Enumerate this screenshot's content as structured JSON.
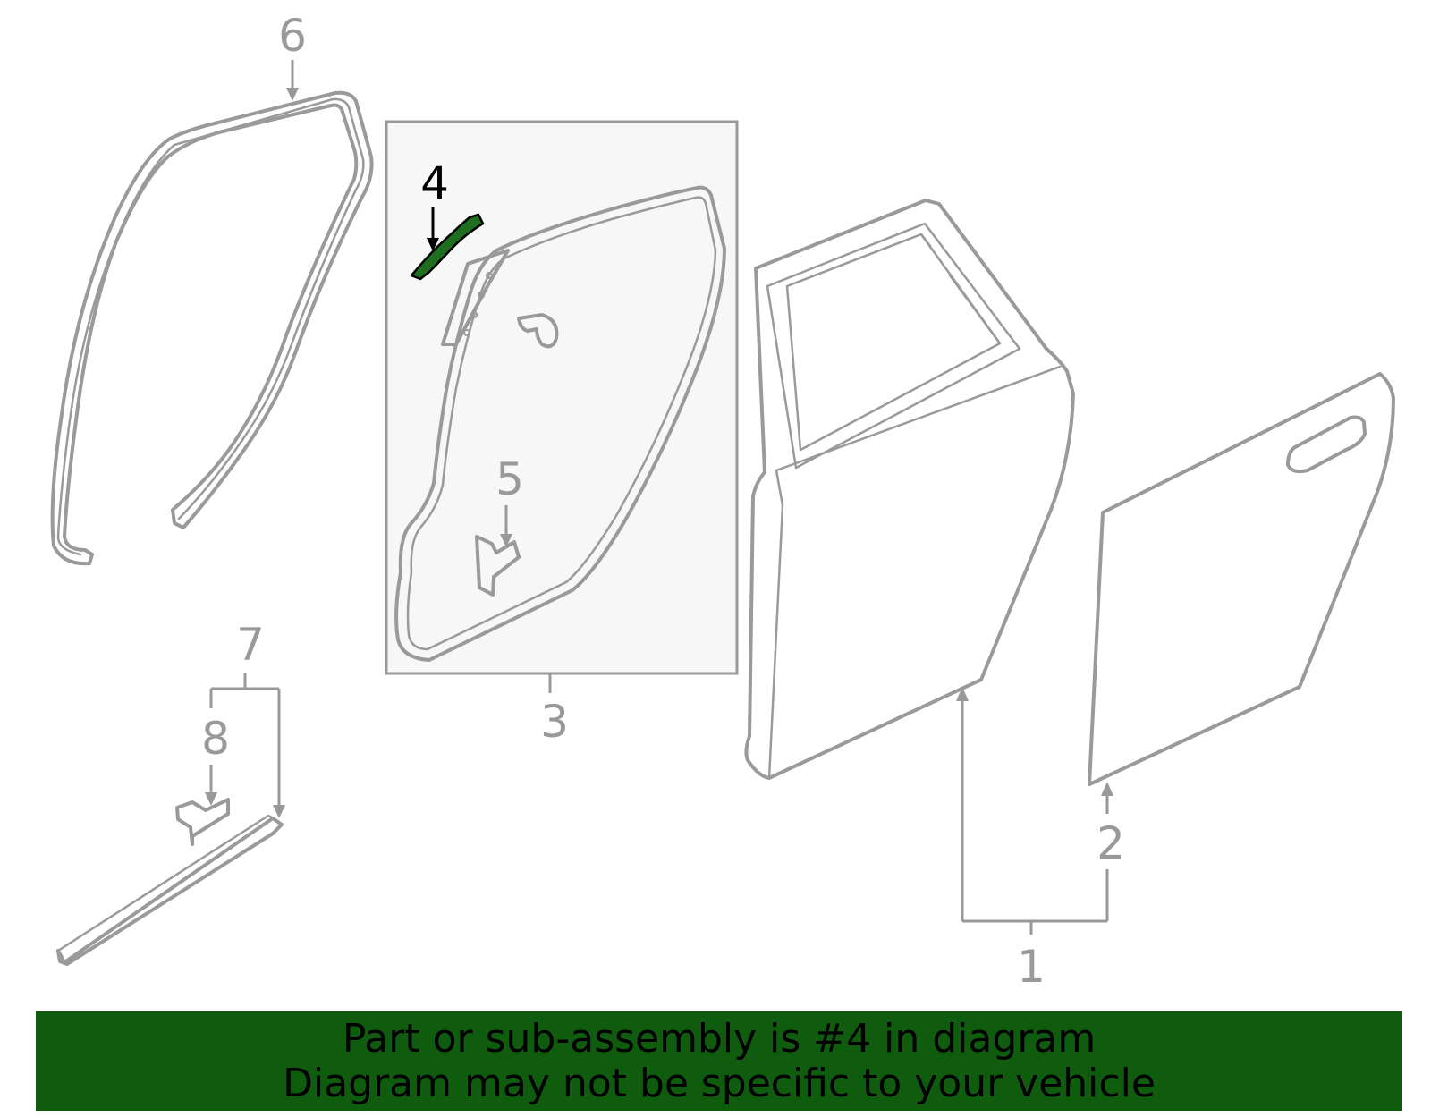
{
  "diagram": {
    "callouts": [
      {
        "id": "1",
        "label": "1"
      },
      {
        "id": "2",
        "label": "2"
      },
      {
        "id": "3",
        "label": "3"
      },
      {
        "id": "4",
        "label": "4"
      },
      {
        "id": "5",
        "label": "5"
      },
      {
        "id": "6",
        "label": "6"
      },
      {
        "id": "7",
        "label": "7"
      },
      {
        "id": "8",
        "label": "8"
      }
    ],
    "highlighted_part": "4",
    "colors": {
      "line": "#9a9a9a",
      "highlight_fill": "#1f6e1f",
      "banner_bg": "#0f5c0f",
      "group_box_bg": "#f7f7f7"
    }
  },
  "banner": {
    "line1": "Part or sub-assembly is #4 in diagram",
    "line2": "Diagram may not be specific to your vehicle"
  }
}
